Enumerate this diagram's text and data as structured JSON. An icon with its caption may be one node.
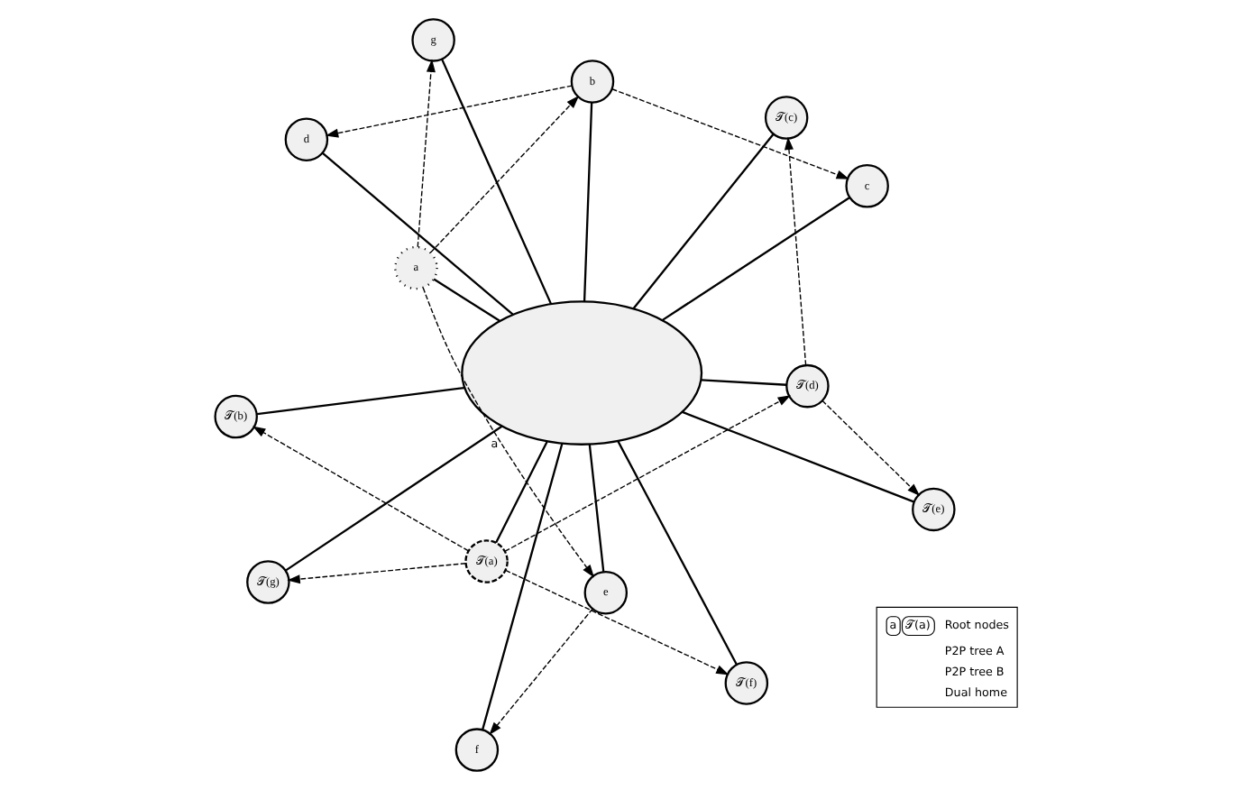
{
  "diagram": {
    "nodes": [
      {
        "text": [],
        "shape": "cloud"
      },
      {
        "text": [
          "a"
        ]
      },
      {
        "text": [
          "𝒯(a)"
        ]
      },
      {
        "text": [
          "𝒯(b)"
        ]
      },
      {
        "text": [
          "b"
        ]
      },
      {
        "text": [
          "g"
        ]
      },
      {
        "text": [
          "𝒯(g)"
        ]
      },
      {
        "text": [
          "𝒯(f)"
        ]
      },
      {
        "text": [
          "f"
        ]
      },
      {
        "text": [
          "e"
        ]
      },
      {
        "text": [
          "𝒯(e)"
        ]
      },
      {
        "text": [
          "d"
        ]
      },
      {
        "text": [
          "𝒯(d)"
        ]
      },
      {
        "text": [
          "c"
        ]
      },
      {
        "text": [
          "𝒯(c)"
        ]
      }
    ],
    "edges": [
      {
        "from": 1,
        "to": 0,
        "arrow": "none"
      },
      {
        "from": 2,
        "to": 0,
        "arrow": "none"
      },
      {
        "from": 3,
        "to": 0,
        "arrow": "none"
      },
      {
        "from": 4,
        "to": 0,
        "arrow": "none"
      },
      {
        "from": 5,
        "to": 0,
        "arrow": "none"
      },
      {
        "from": 6,
        "to": 0,
        "arrow": "none"
      },
      {
        "from": 7,
        "to": 0,
        "arrow": "none"
      },
      {
        "from": 8,
        "to": 0,
        "arrow": "none"
      },
      {
        "from": 9,
        "to": 0,
        "arrow": "none"
      },
      {
        "from": 10,
        "to": 0,
        "arrow": "none"
      },
      {
        "from": 11,
        "to": 0,
        "arrow": "none"
      },
      {
        "from": 12,
        "to": 0,
        "arrow": "none"
      },
      {
        "from": 13,
        "to": 0,
        "arrow": "none"
      },
      {
        "from": 14,
        "to": 0,
        "arrow": "none"
      },
      {
        "from": 2,
        "to": 3,
        "arrow": "to",
        "style": "dashed"
      },
      {
        "from": 2,
        "to": 7,
        "arrow": "to",
        "style": "dashed"
      },
      {
        "from": 2,
        "to": 12,
        "arrow": "to",
        "style": "dashed"
      },
      {
        "from": 2,
        "to": 6,
        "arrow": "to",
        "style": "dashed"
      },
      {
        "from": 12,
        "to": 14,
        "arrow": "to",
        "style": "dashed"
      },
      {
        "from": 12,
        "to": 10,
        "arrow": "to",
        "style": "dashed"
      },
      {
        "from": 1,
        "to": 4,
        "arrow": "to",
        "style": "dashed"
      },
      {
        "from": 4,
        "to": 13,
        "arrow": "to",
        "style": "dashed"
      },
      {
        "from": 4,
        "to": 11,
        "arrow": "to",
        "style": "dashed"
      },
      {
        "from": 1,
        "to": 5,
        "arrow": "to",
        "style": "dashed"
      },
      {
        "from": 1,
        "to": 9,
        "arrow": "to",
        "style": "dashed",
        "label": "a"
      },
      {
        "from": 9,
        "to": 8,
        "arrow": "to",
        "style": "dashed"
      }
    ],
    "labels": [
      "a",
      "𝒯(a)"
    ],
    "legend": [
      {
        "text": "Root nodes"
      },
      {
        "text": "P2P tree A"
      },
      {
        "text": "P2P tree B"
      },
      {
        "text": "Dual home"
      }
    ]
  }
}
